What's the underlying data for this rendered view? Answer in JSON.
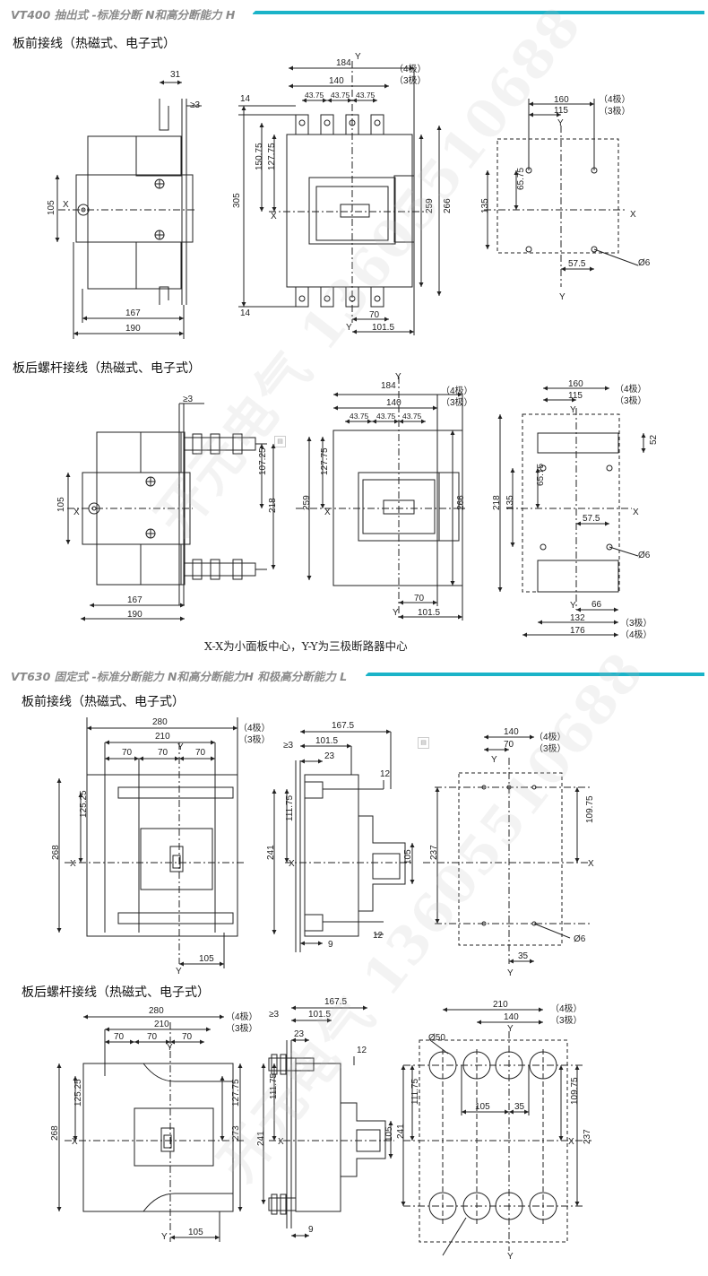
{
  "sections": [
    {
      "header": "VT400 抽出式 -标准分断 N和高分断能力 H"
    },
    {
      "header": "VT630 固定式 -标准分断能力 N和高分断能力H 和极高分断能力 L"
    }
  ],
  "subtitles": {
    "front_400": "板前接线（热磁式、电子式）",
    "rear_400": "板后螺杆接线（热磁式、电子式）",
    "front_630": "板前接线（热磁式、电子式）",
    "rear_630": "板后螺杆接线（热磁式、电子式）"
  },
  "note": "X-X为小面板中心，Y-Y为三极断路器中心",
  "watermark": "开元电气 13605510688",
  "colors": {
    "accent": "#1bb3c8",
    "line": "#222222",
    "dash": "#555555"
  },
  "labels": {
    "p4": "（4极）",
    "p3": "（3极）",
    "X": "X",
    "Y": "Y",
    "ge3": "≥3",
    "phi6": "Ø6",
    "phi50": "Ø50",
    "d31": "31",
    "d105": "105",
    "d167": "167",
    "d190": "190",
    "d184": "184",
    "d140": "140",
    "d4375": "43.75",
    "d14": "14",
    "d15075": "150.75",
    "d12775": "127.75",
    "d305": "305",
    "d259": "259",
    "d266": "266",
    "d70": "70",
    "d1015": "101.5",
    "d160": "160",
    "d115": "115",
    "d6575": "65.75",
    "d135": "135",
    "d575": "57.5",
    "d10725": "107.25",
    "d218": "218",
    "d52": "52",
    "d66": "66",
    "d132": "132",
    "d176": "176",
    "d280": "280",
    "d210": "210",
    "d12525": "125.25",
    "d268": "268",
    "d1675": "167.5",
    "d23": "23",
    "d12": "12",
    "d11175": "111.75",
    "d241": "241",
    "d9": "9",
    "d10975": "109.75",
    "d237": "237",
    "d35": "35",
    "d273": "273"
  }
}
